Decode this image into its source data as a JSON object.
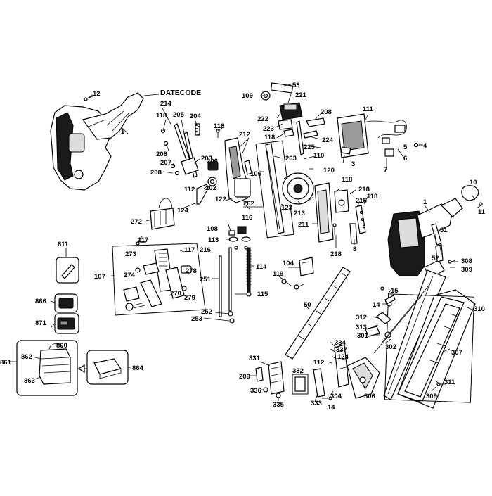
{
  "diagram": {
    "datecode_label": "DATECODE",
    "callouts": {
      "c1": "1",
      "c1b": "1",
      "c3": "3",
      "c4": "4",
      "c5": "5",
      "c6": "6",
      "c7": "7",
      "c8": "8",
      "c10": "10",
      "c11": "11",
      "c12": "12",
      "c14a": "14",
      "c14b": "14",
      "c15": "15",
      "c50": "50",
      "c51": "51",
      "c52": "52",
      "c53": "53",
      "c104": "104",
      "c106": "106",
      "c107": "107",
      "c108": "108",
      "c109": "109",
      "c110": "110",
      "c111": "111",
      "c112a": "112",
      "c112b": "112",
      "c113": "113",
      "c114": "114",
      "c115": "115",
      "c116": "116",
      "c117a": "117",
      "c117b": "117",
      "c118a": "118",
      "c118b": "118",
      "c118c": "118",
      "c118d": "118",
      "c119": "119",
      "c120": "120",
      "c122": "122",
      "c123": "123",
      "c124a": "124",
      "c124b": "124",
      "c202": "202",
      "c203": "203",
      "c204": "204",
      "c205": "205",
      "c206": "206",
      "c207": "207",
      "c208a": "208",
      "c208b": "208",
      "c208c": "208",
      "c209": "209",
      "c211": "211",
      "c212": "212",
      "c213": "213",
      "c214": "214",
      "c215": "215",
      "c216": "216",
      "c218a": "218",
      "c218b": "218",
      "c221": "221",
      "c222": "222",
      "c223": "223",
      "c224": "224",
      "c225": "225",
      "c251": "251",
      "c252": "252",
      "c253": "253",
      "c262": "262",
      "c263": "263",
      "c270": "270",
      "c272": "272",
      "c273": "273",
      "c274": "274",
      "c278": "278",
      "c279": "279",
      "c301": "301",
      "c302": "302",
      "c304": "304",
      "c306": "306",
      "c307": "307",
      "c308": "308",
      "c309a": "309",
      "c309b": "309",
      "c310": "310",
      "c311": "311",
      "c312": "312",
      "c313": "313",
      "c331": "331",
      "c332": "332",
      "c333": "333",
      "c334": "334",
      "c335": "335",
      "c336": "336",
      "c337": "337",
      "c811": "811",
      "c860": "860",
      "c861": "861",
      "c862": "862",
      "c863": "863",
      "c864": "864",
      "c866": "866",
      "c871": "871"
    }
  }
}
